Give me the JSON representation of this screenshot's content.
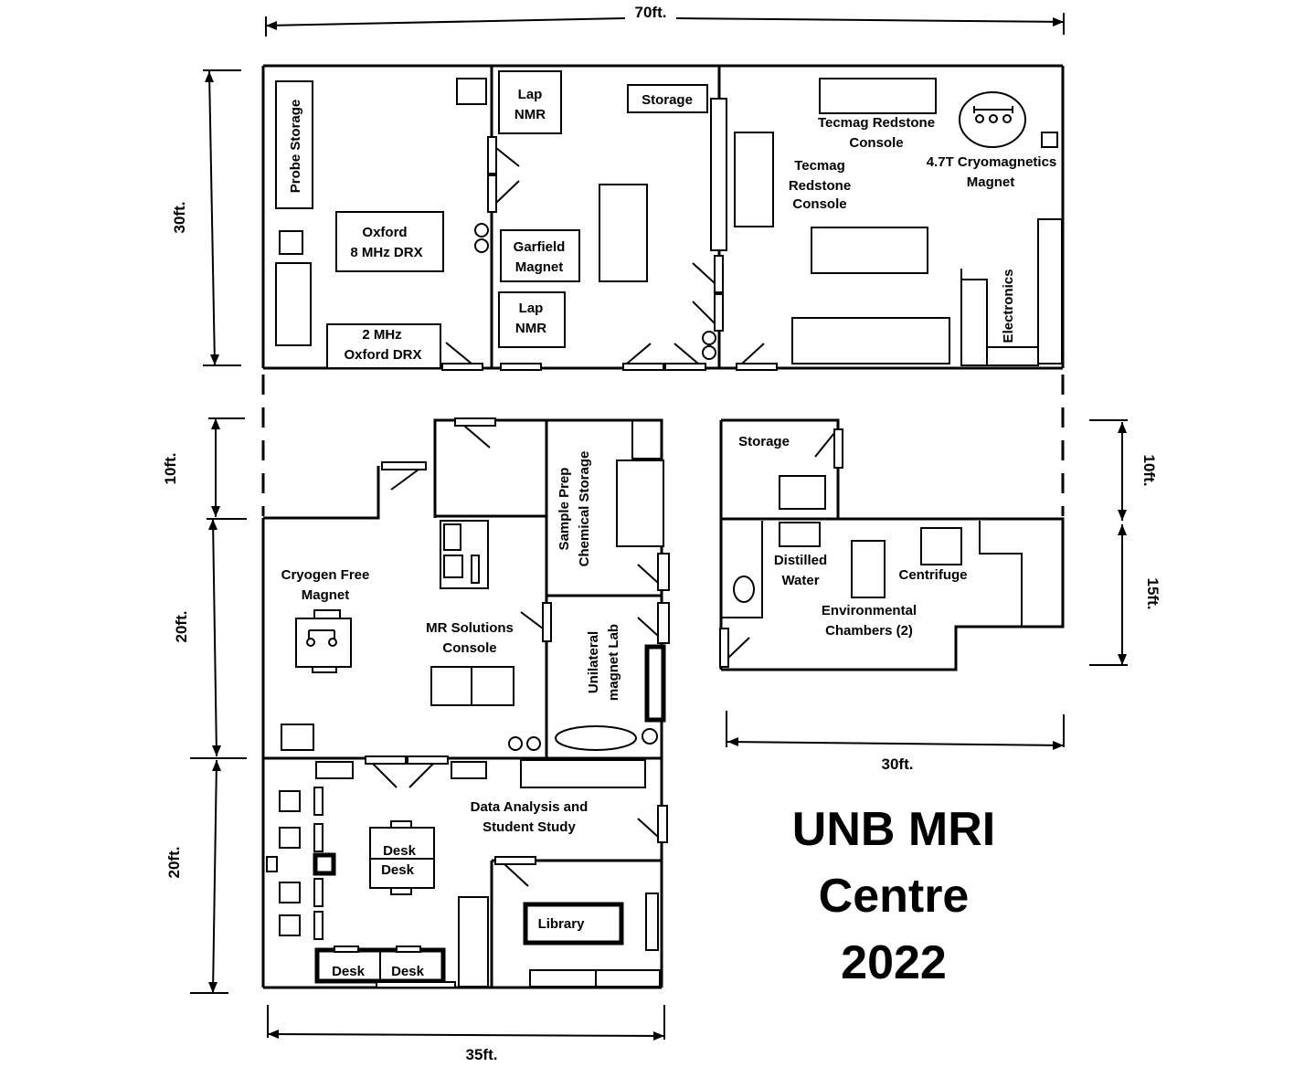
{
  "title": {
    "line1": "UNB MRI",
    "line2": "Centre",
    "line3": "2022"
  },
  "dimensions": {
    "top_width": "70ft.",
    "top_height": "30ft.",
    "left_10": "10ft.",
    "left_20a": "20ft.",
    "left_20b": "20ft.",
    "bottom_width": "35ft.",
    "right_width": "30ft.",
    "right_10": "10ft.",
    "right_15": "15ft."
  },
  "rooms": {
    "probe_storage": "Probe Storage",
    "oxford_8mhz_1": "Oxford",
    "oxford_8mhz_2": "8 MHz DRX",
    "oxford_2mhz_1": "2 MHz",
    "oxford_2mhz_2": "Oxford DRX",
    "lap_nmr_top_1": "Lap",
    "lap_nmr_top_2": "NMR",
    "storage_top": "Storage",
    "garfield_1": "Garfield",
    "garfield_2": "Magnet",
    "lap_nmr_bot_1": "Lap",
    "lap_nmr_bot_2": "NMR",
    "tecmag_top_1": "Tecmag Redstone",
    "tecmag_top_2": "Console",
    "tecmag_side_1": "Tecmag",
    "tecmag_side_2": "Redstone",
    "tecmag_side_3": "Console",
    "cryomagnet_1": "4.7T Cryomagnetics",
    "cryomagnet_2": "Magnet",
    "electronics": "Electronics",
    "sample_prep_1": "Sample Prep",
    "sample_prep_2": "Chemical Storage",
    "cryogen_free_1": "Cryogen Free",
    "cryogen_free_2": "Magnet",
    "mr_solutions_1": "MR Solutions",
    "mr_solutions_2": "Console",
    "unilateral_1": "Unilateral",
    "unilateral_2": "magnet Lab",
    "storage_right": "Storage",
    "distilled_1": "Distilled",
    "distilled_2": "Water",
    "centrifuge": "Centrifuge",
    "env_chambers_1": "Environmental",
    "env_chambers_2": "Chambers (2)",
    "data_analysis_1": "Data Analysis and",
    "data_analysis_2": "Student Study",
    "desk_1": "Desk",
    "desk_2": "Desk",
    "desk_3": "Desk",
    "desk_4": "Desk",
    "library": "Library"
  }
}
